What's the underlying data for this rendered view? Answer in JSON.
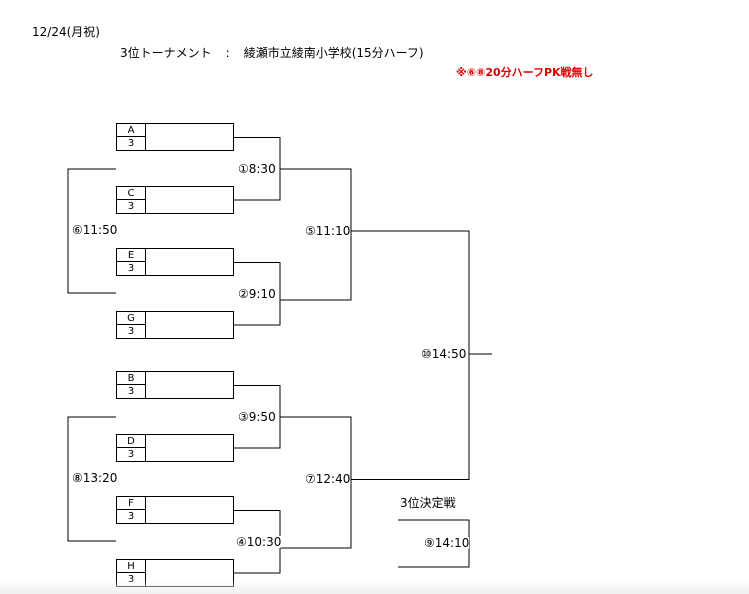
{
  "header": {
    "date": "12/24(月祝)",
    "title": "3位トーナメント",
    "separator": ":",
    "venue": "綾瀬市立綾南小学校(15分ハーフ)",
    "note": "※⑥⑧20分ハーフPK戦無し"
  },
  "teams": [
    {
      "name": "A",
      "score": "3"
    },
    {
      "name": "C",
      "score": "3"
    },
    {
      "name": "E",
      "score": "3"
    },
    {
      "name": "G",
      "score": "3"
    },
    {
      "name": "B",
      "score": "3"
    },
    {
      "name": "D",
      "score": "3"
    },
    {
      "name": "F",
      "score": "3"
    },
    {
      "name": "H",
      "score": "3"
    }
  ],
  "matches": {
    "m1": "①8:30",
    "m2": "②9:10",
    "m3": "③9:50",
    "m4": "④10:30",
    "m5": "⑤11:10",
    "m6": "⑥11:50",
    "m7": "⑦12:40",
    "m8": "⑧13:20",
    "m9": "⑨14:10",
    "m10": "⑩14:50"
  },
  "third_place": {
    "label": "3位決定戦"
  }
}
